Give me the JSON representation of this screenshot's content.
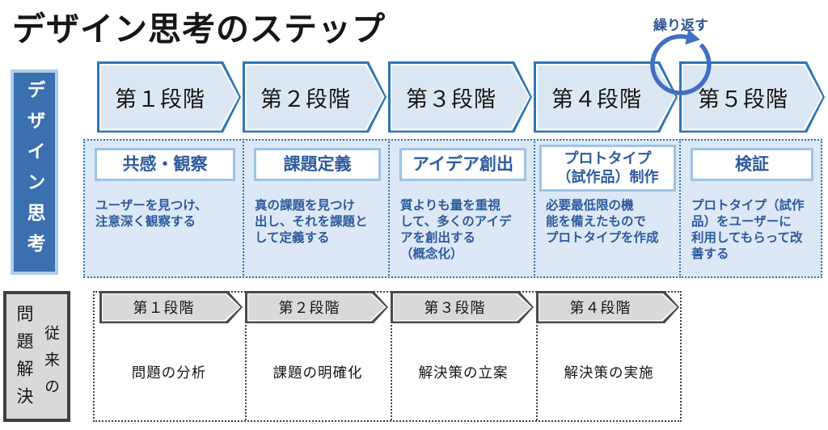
{
  "page": {
    "title": "デザイン思考のステップ"
  },
  "design_thinking": {
    "side_label": "デザイン思考",
    "repeat_label": "繰り返す",
    "stages": [
      {
        "stage": "第１段階",
        "title": "共感・観察",
        "desc": "ユーザーを見つけ、\n注意深く観察する"
      },
      {
        "stage": "第２段階",
        "title": "課題定義",
        "desc": "真の課題を見つけ\n出し、それを課題と\nして定義する"
      },
      {
        "stage": "第３段階",
        "title": "アイデア創出",
        "desc": "質よりも量を重視\nして、多くのアイデ\nアを創出する\n（概念化）"
      },
      {
        "stage": "第４段階",
        "title": "プロトタイプ\n（試作品）制作",
        "desc": "必要最低限の機\n能を備えたもので\nプロトタイプを作成"
      },
      {
        "stage": "第５段階",
        "title": "検証",
        "desc": "プロトタイプ（試作\n品）をユーザーに\n利用してもらって改\n善する"
      }
    ]
  },
  "conventional": {
    "side_label_first": "従来の",
    "side_label_second": "問題解決",
    "stages": [
      {
        "stage": "第１段階",
        "desc": "問題の分析"
      },
      {
        "stage": "第２段階",
        "desc": "課題の明確化"
      },
      {
        "stage": "第３段階",
        "desc": "解決策の立案"
      },
      {
        "stage": "第４段階",
        "desc": "解決策の実施"
      }
    ]
  },
  "colors": {
    "accent_blue": "#2E75B6",
    "light_blue_fill": "#DCE8F5",
    "side_box_blue": "#3A6FB0",
    "text_blue": "#2E5B9E",
    "repeat_arrow_blue": "#4070C4",
    "gray_fill": "#D9D9D9",
    "dark_gray": "#3F3F3F"
  }
}
